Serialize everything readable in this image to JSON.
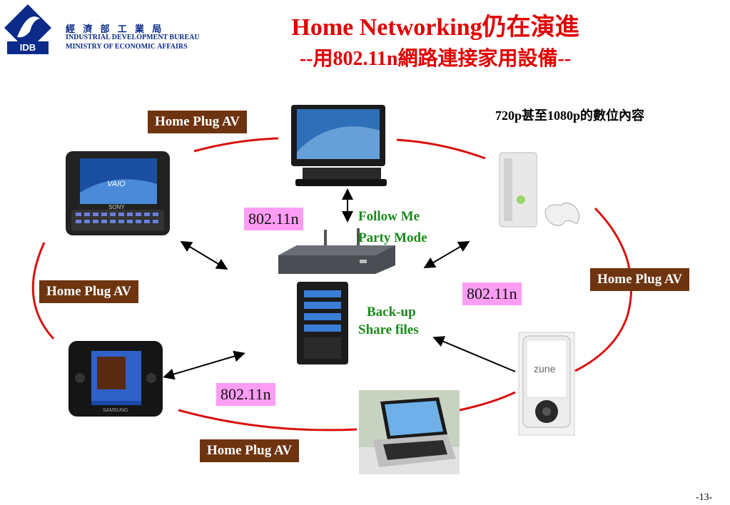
{
  "logo": {
    "abbr": "IDB",
    "chinese_name": "經 濟 部 工 業 局",
    "english_line1": "INDUSTRIAL DEVELOPMENT BUREAU",
    "english_line2": "MINISTRY OF ECONOMIC AFFAIRS"
  },
  "title": {
    "line1": "Home Networking仍在演進",
    "line2": "--用802.11n網路連接家用設備--"
  },
  "labels": {
    "hpav_top": "Home Plug AV",
    "hpav_left": "Home Plug AV",
    "hpav_right": "Home Plug AV",
    "hpav_bottom": "Home Plug AV",
    "wifi_top_left": "802.11n",
    "wifi_right": "802.11n",
    "wifi_bottom_left": "802.11n",
    "follow_me": "Follow Me",
    "party_mode": "Party Mode",
    "backup": "Back-up",
    "share_files": "Share files",
    "hd_content": "720p甚至1080p的數位內容"
  },
  "devices": {
    "zune_brand": "zune",
    "vaio_brand": "VAIO",
    "sony_brand": "SONY",
    "samsung_brand": "SAMSUNG"
  },
  "page_number": "-13-",
  "colors": {
    "ring": "#d81010",
    "hpav_bg": "#6e3410",
    "wifi_bg": "#ff9cf4",
    "green_text": "#1a8a1a",
    "title": "#e00000",
    "logo_blue": "#0b2a8a"
  }
}
